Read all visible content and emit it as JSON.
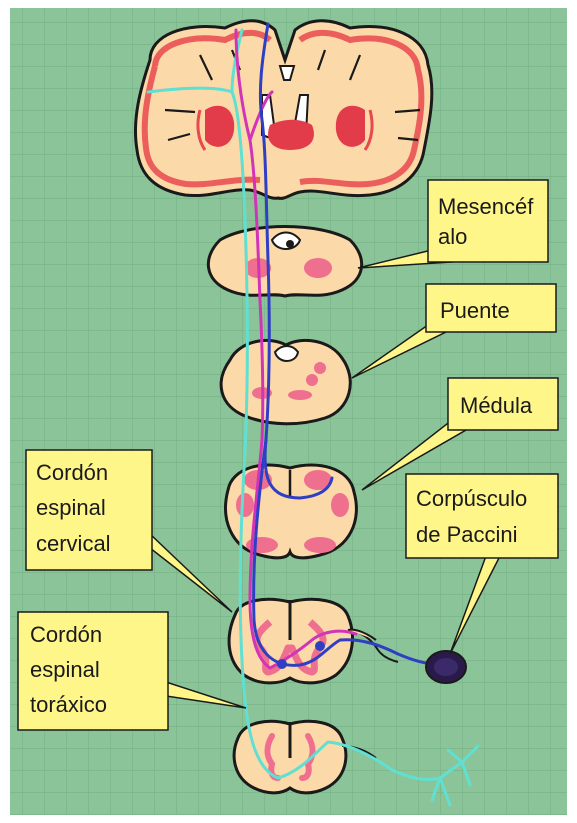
{
  "labels": {
    "mesencefalo_line1": "Mesencéf",
    "mesencefalo_line2": "alo",
    "puente": "Puente",
    "medula": "Médula",
    "cervical_line1": "Cordón",
    "cervical_line2": "espinal",
    "cervical_line3": "cervical",
    "paccini_line1": "Corpúsculo",
    "paccini_line2": "de Paccini",
    "toracico_line1": "Cordón",
    "toracico_line2": "espinal",
    "toracico_line3": "toráxico"
  },
  "colors": {
    "background_green": "#8cc49a",
    "grid_line": "#6fae80",
    "tissue": "#fcd9a8",
    "tissue_border": "#1a1a1a",
    "cortex_rim": "#e8484f",
    "nucleus_pink": "#ef6f8f",
    "callout_yellow": "#fff68a",
    "pathway_blue": "#2f3fc4",
    "pathway_magenta": "#d234b8",
    "pathway_cyan": "#5fe0d2",
    "receptor_dark": "#2a1a4a"
  }
}
